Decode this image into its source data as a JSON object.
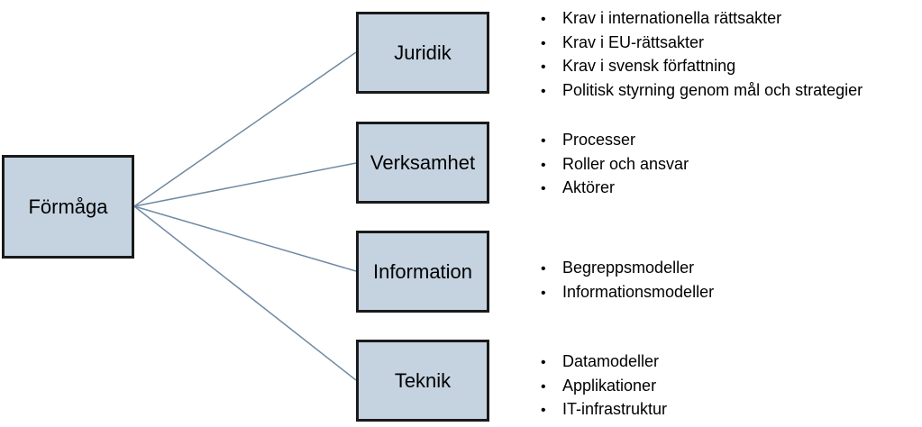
{
  "root": {
    "label": "Förmåga"
  },
  "branches": [
    {
      "label": "Juridik",
      "items": [
        "Krav i internationella rättsakter",
        "Krav i EU-rättsakter",
        "Krav i svensk författning",
        "Politisk styrning genom mål och strategier"
      ]
    },
    {
      "label": "Verksamhet",
      "items": [
        "Processer",
        "Roller och ansvar",
        "Aktörer"
      ]
    },
    {
      "label": "Information",
      "items": [
        "Begreppsmodeller",
        "Informationsmodeller"
      ]
    },
    {
      "label": "Teknik",
      "items": [
        "Datamodeller",
        "Applikationer",
        "IT-infrastruktur"
      ]
    }
  ],
  "colors": {
    "box_fill": "#c5d3e1",
    "box_border": "#1a1a1a",
    "connector": "#6f8aa3"
  }
}
